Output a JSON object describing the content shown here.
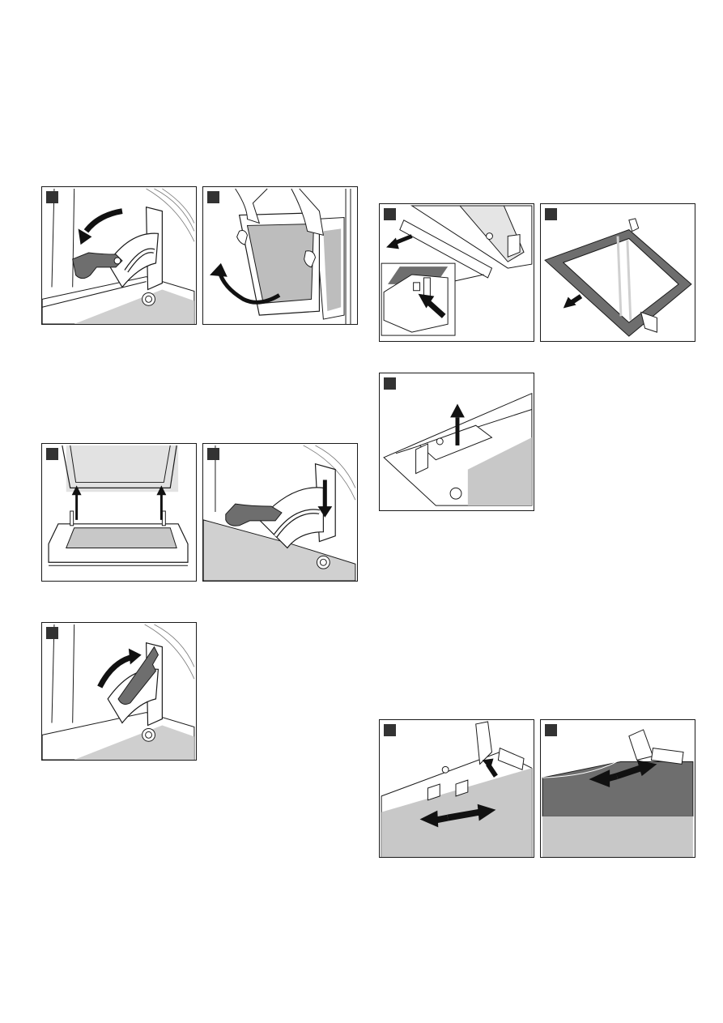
{
  "document": {
    "panels": [
      {
        "id": "p1",
        "caption": "",
        "icon": "hinge-lever-fold-down"
      },
      {
        "id": "p2",
        "caption": "",
        "icon": "door-panel-lift-out"
      },
      {
        "id": "p3",
        "caption": "",
        "icon": "door-hooks-insert"
      },
      {
        "id": "p4",
        "caption": "",
        "icon": "hinge-lever-lower"
      },
      {
        "id": "p5",
        "caption": "",
        "icon": "hinge-lever-fold-up"
      },
      {
        "id": "p6",
        "caption": "",
        "icon": "door-strip-release"
      },
      {
        "id": "p7",
        "caption": "",
        "icon": "glass-pane-remove"
      },
      {
        "id": "p8",
        "caption": "",
        "icon": "clip-lift-up"
      },
      {
        "id": "p9",
        "caption": "",
        "icon": "clip-slide-in"
      },
      {
        "id": "p10",
        "caption": "",
        "icon": "pane-push-in"
      }
    ]
  },
  "colors": {
    "marker": "#333333",
    "line": "#1a1a1a",
    "grey_fill": "#c8c8c8",
    "dark_part": "#6e6e6e",
    "arrow": "#111111"
  }
}
